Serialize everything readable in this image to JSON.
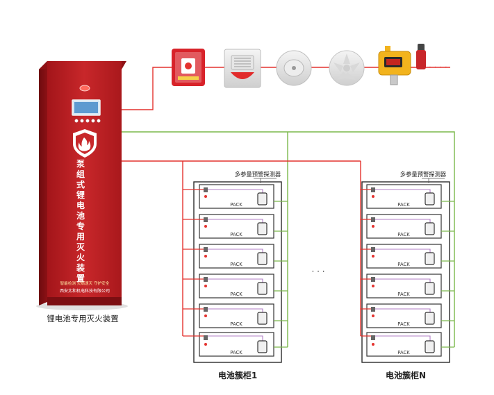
{
  "cabinet": {
    "vertical_title": [
      "泵",
      "组",
      "式",
      "锂",
      "电",
      "池",
      "专",
      "用",
      "灭",
      "火",
      "装",
      "置"
    ],
    "slogan": "智能检测  火焰速灭  守护安全",
    "company": "西安太和机电科技有限公司",
    "caption": "锂电池专用灭火装置"
  },
  "devices": {
    "items": [
      {
        "icon": "manual-alarm-button-icon"
      },
      {
        "icon": "sound-light-alarm-icon"
      },
      {
        "icon": "smoke-detector-icon"
      },
      {
        "icon": "heat-detector-icon"
      },
      {
        "icon": "gas-detector-icon"
      }
    ],
    "more": "· · · ·"
  },
  "clusters": [
    {
      "label": "电池簇柜1",
      "detector_label": "多参量预警探测器",
      "packs": [
        "PACK",
        "PACK",
        "PACK",
        "PACK",
        "PACK",
        "PACK"
      ]
    },
    {
      "label": "电池簇柜N",
      "detector_label": "多参量预警探测器",
      "packs": [
        "PACK",
        "PACK",
        "PACK",
        "PACK",
        "PACK",
        "PACK"
      ]
    }
  ],
  "ellipsis": "· · ·",
  "colors": {
    "red_line": "#e4322e",
    "green_line": "#7ab84a",
    "purple_line": "#b07cc6",
    "cabinet_red": "#b81c1f"
  }
}
